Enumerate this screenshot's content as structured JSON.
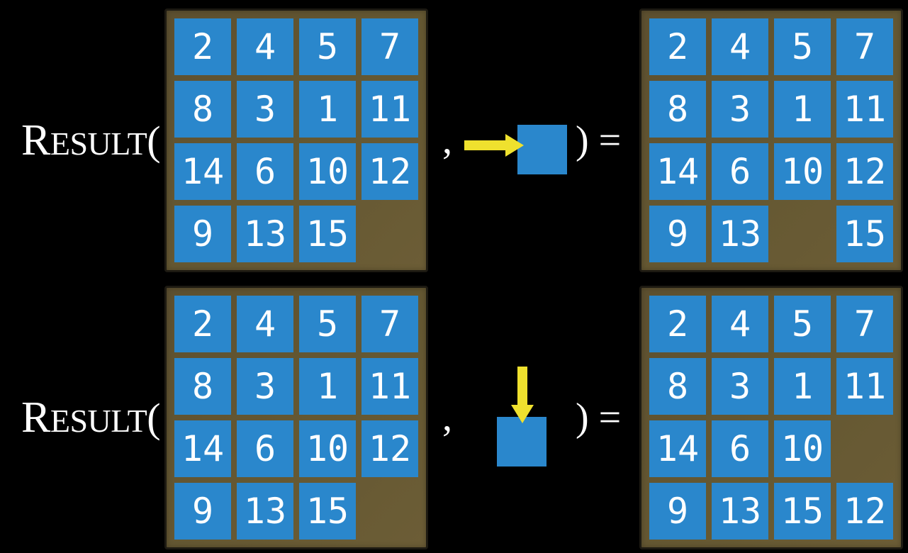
{
  "background_color": "#000000",
  "palette": {
    "background": "#000000",
    "tile_blue": "#2a87cc",
    "board_brown": "#655832",
    "board_border": "#1d1a12",
    "arrow_yellow": "#efe12e",
    "text_white": "#ffffff"
  },
  "examples": [
    {
      "function": {
        "initial": "R",
        "rest": "ESULT",
        "open_paren": "("
      },
      "comma": ",",
      "close": ") =",
      "action": {
        "direction": "right",
        "description": "slide tile right into blank"
      },
      "state": [
        [
          "2",
          "4",
          "5",
          "7"
        ],
        [
          "8",
          "3",
          "1",
          "11"
        ],
        [
          "14",
          "6",
          "10",
          "12"
        ],
        [
          "9",
          "13",
          "15",
          ""
        ]
      ],
      "result": [
        [
          "2",
          "4",
          "5",
          "7"
        ],
        [
          "8",
          "3",
          "1",
          "11"
        ],
        [
          "14",
          "6",
          "10",
          "12"
        ],
        [
          "9",
          "13",
          "",
          "15"
        ]
      ]
    },
    {
      "function": {
        "initial": "R",
        "rest": "ESULT",
        "open_paren": "("
      },
      "comma": ",",
      "close": ") =",
      "action": {
        "direction": "down",
        "description": "slide tile down into blank"
      },
      "state": [
        [
          "2",
          "4",
          "5",
          "7"
        ],
        [
          "8",
          "3",
          "1",
          "11"
        ],
        [
          "14",
          "6",
          "10",
          "12"
        ],
        [
          "9",
          "13",
          "15",
          ""
        ]
      ],
      "result": [
        [
          "2",
          "4",
          "5",
          "7"
        ],
        [
          "8",
          "3",
          "1",
          "11"
        ],
        [
          "14",
          "6",
          "10",
          ""
        ],
        [
          "9",
          "13",
          "15",
          "12"
        ]
      ]
    }
  ]
}
